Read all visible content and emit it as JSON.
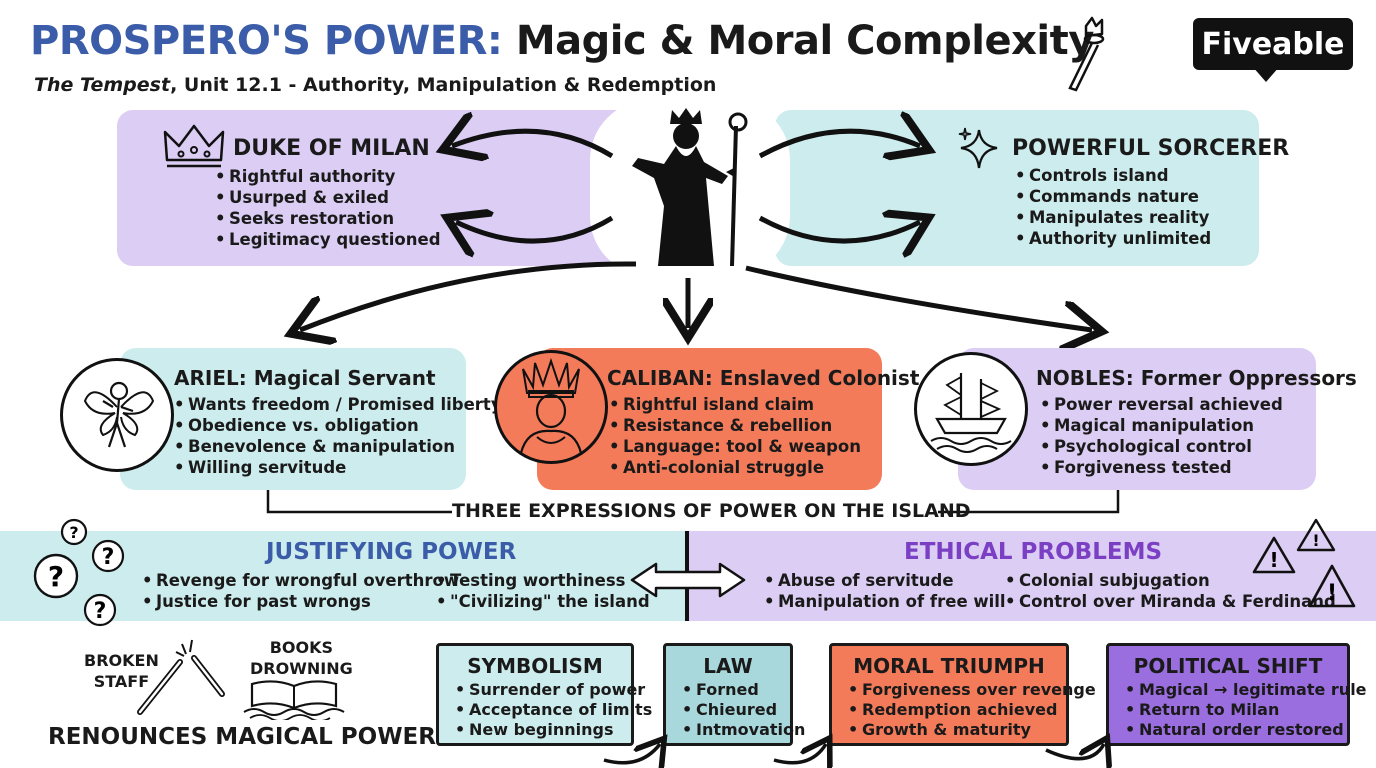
{
  "header": {
    "title_accent": "PROSPERO'S POWER:",
    "title_rest": "Magic & Moral Complexity",
    "subtitle_work": "The Tempest",
    "subtitle_rest": ", Unit 12.1 - Authority, Manipulation & Redemption",
    "logo": "Fiveable"
  },
  "roles": {
    "duke": {
      "title": "DUKE OF MILAN",
      "items": [
        "Rightful authority",
        "Usurped & exiled",
        "Seeks restoration",
        "Legitimacy questioned"
      ]
    },
    "sorcerer": {
      "title": "POWERFUL SORCERER",
      "items": [
        "Controls island",
        "Commands nature",
        "Manipulates reality",
        "Authority unlimited"
      ]
    }
  },
  "expressions": {
    "ariel": {
      "title": "ARIEL: Magical Servant",
      "items": [
        "Wants freedom / Promised liberty",
        "Obedience vs. obligation",
        "Benevolence & manipulation",
        "Willing servitude"
      ]
    },
    "caliban": {
      "title": "CALIBAN: Enslaved Colonist",
      "items": [
        "Rightful island claim",
        "Resistance & rebellion",
        "Language: tool & weapon",
        "Anti-colonial struggle"
      ]
    },
    "nobles": {
      "title": "NOBLES: Former Oppressors",
      "items": [
        "Power reversal achieved",
        "Magical manipulation",
        "Psychological control",
        "Forgiveness tested"
      ]
    },
    "caption": "THREE EXPRESSIONS OF POWER ON THE ISLAND"
  },
  "debate": {
    "justifying": {
      "title": "JUSTIFYING POWER",
      "col1": [
        "Revenge for wrongful overthrow",
        "Justice for past wrongs"
      ],
      "col2": [
        "Testing worthiness",
        "\"Civilizing\" the island"
      ]
    },
    "ethical": {
      "title": "ETHICAL PROBLEMS",
      "col1": [
        "Abuse of servitude",
        "Manipulation of free will"
      ],
      "col2": [
        "Colonial subjugation",
        "Control over Miranda & Ferdinand"
      ]
    }
  },
  "renounce": {
    "broken_staff": [
      "BROKEN",
      "STAFF"
    ],
    "books": [
      "BOOKS",
      "DROWNING"
    ],
    "caption": "RENOUNCES MAGICAL POWER"
  },
  "outcomes": [
    {
      "title": "SYMBOLISM",
      "items": [
        "Surrender of power",
        "Acceptance of limits",
        "New beginnings"
      ],
      "color": "#cdeced"
    },
    {
      "title": "LAW",
      "items": [
        "Forned",
        "Chieured",
        "Intmovation"
      ],
      "color": "#a9d8dc"
    },
    {
      "title": "MORAL TRIUMPH",
      "items": [
        "Forgiveness over revenge",
        "Redemption achieved",
        "Growth & maturity"
      ],
      "color": "#f47b5a"
    },
    {
      "title": "POLITICAL SHIFT",
      "items": [
        "Magical → legitimate rule",
        "Return to Milan",
        "Natural order restored"
      ],
      "color": "#9b6ee0"
    }
  ],
  "colors": {
    "title_blue": "#3b5ca8",
    "lavender": "#dbcdf3",
    "teal": "#cdeced",
    "coral": "#f47b5a",
    "purple_text": "#7b3fc4",
    "blue_text": "#3b5ca8"
  },
  "icons": [
    "crown-icon",
    "sparkles-icon",
    "prospero-figure-icon",
    "fairy-icon",
    "feather-headdress-icon",
    "ship-icon",
    "question-marks-icon",
    "warning-icon",
    "double-arrow-icon",
    "broken-staff-icon",
    "open-book-icon",
    "scepter-icon"
  ]
}
